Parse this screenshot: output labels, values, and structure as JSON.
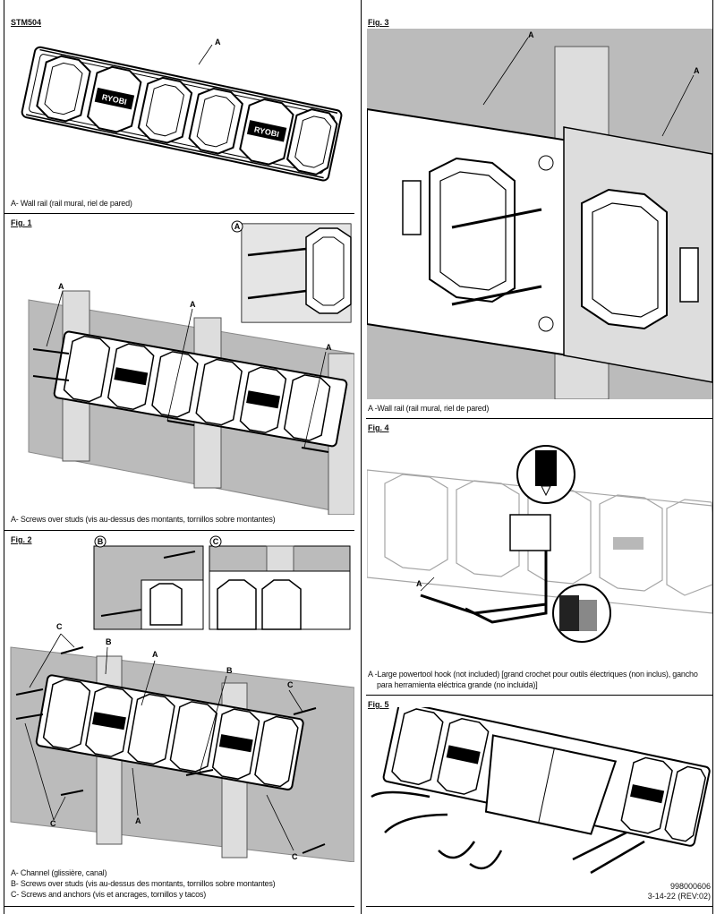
{
  "stm": {
    "title": "STM504",
    "label_a": "A",
    "caption": "A- Wall rail (rail mural, riel de pared)"
  },
  "fig1": {
    "title": "Fig. 1",
    "inset_letter": "A",
    "label_a": "A",
    "caption": "A- Screws over studs (vis au-dessus des montants, tornillos sobre montantes)"
  },
  "fig2": {
    "title": "Fig. 2",
    "inset_b": "B",
    "inset_c": "C",
    "label_a": "A",
    "label_b": "B",
    "label_c": "C",
    "caption_a": "A- Channel (glissière, canal)",
    "caption_b": "B- Screws over studs (vis au-dessus des montants, tornillos sobre montantes)",
    "caption_c": "C- Screws and anchors (vis et ancrages, tornillos y tacos)"
  },
  "fig3": {
    "title": "Fig. 3",
    "label_a": "A",
    "caption": "A -Wall rail (rail mural, riel de pared)"
  },
  "fig4": {
    "title": "Fig. 4",
    "label_a": "A",
    "caption_line1": "A -Large powertool hook (not included) [grand crochet pour outils électriques (non inclus), gancho",
    "caption_line2": "para herramienta eléctrica grande (no incluida)]"
  },
  "fig5": {
    "title": "Fig. 5"
  },
  "brand": "RYOBI",
  "footer": {
    "part_number": "998000606",
    "date_rev": "3-14-22 (REV:02)"
  }
}
